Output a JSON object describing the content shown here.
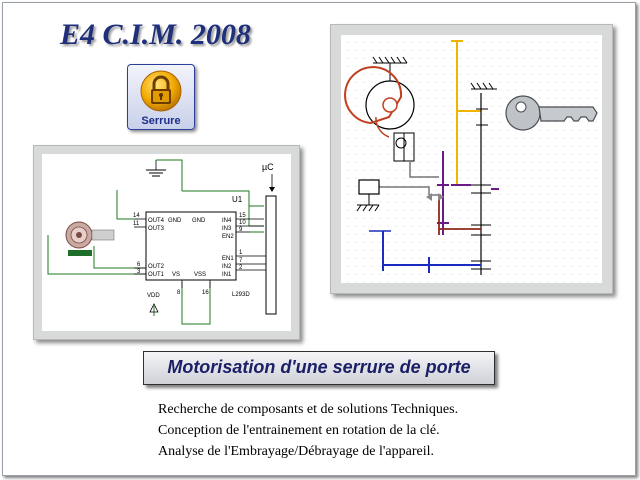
{
  "header": {
    "title": "E4 C.I.M. 2008"
  },
  "lock_button": {
    "label": "Serrure",
    "icon": "padlock-icon",
    "accent": "#f2a900"
  },
  "circuit": {
    "chip_name": "U1",
    "chip_ref": "L293D",
    "micro_label": "µC",
    "vdd_label": "VDD",
    "pins_left": {
      "out4": "OUT4",
      "out3": "OUT3",
      "gnd1": "GND",
      "gnd2": "GND",
      "out2": "OUT2",
      "out1": "OUT1",
      "vs": "VS",
      "vss": "VSS"
    },
    "pins_right": {
      "in4": "IN4",
      "in3": "IN3",
      "en2": "EN2",
      "en1": "EN1",
      "in2": "IN2",
      "in1": "IN1"
    },
    "pin_numbers": {
      "p14": "14",
      "p11": "11",
      "p6": "6",
      "p3": "3",
      "p15": "15",
      "p10": "10",
      "p9": "9",
      "p1": "1",
      "p7": "7",
      "p2": "2",
      "p8": "8",
      "p16": "16"
    }
  },
  "mechanism": {
    "accent_yellow": "#f0b400",
    "accent_purple": "#6a1b8a",
    "accent_blue": "#1a2bbf",
    "accent_red": "#c04020"
  },
  "banner": {
    "text": "Motorisation d'une serrure de porte"
  },
  "bullets": [
    "Recherche de composants et de solutions Techniques.",
    "Conception de l'entrainement en rotation de la clé.",
    "Analyse de l'Embrayage/Débrayage de l'appareil."
  ]
}
